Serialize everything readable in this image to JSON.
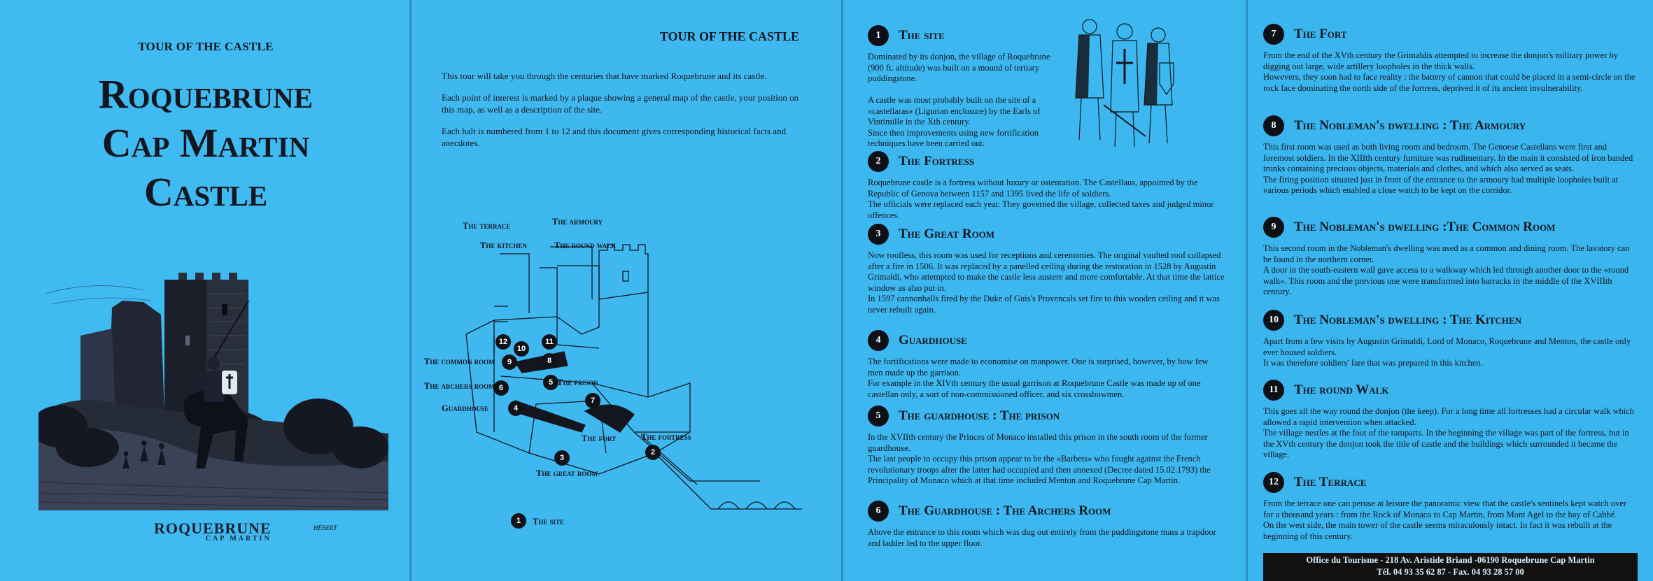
{
  "cover": {
    "kicker": "TOUR OF THE CASTLE",
    "title_lines": [
      "Roquebrune",
      "Cap Martin",
      "Castle"
    ],
    "logo_main": "ROQUEBRUNE",
    "logo_sub": "CAP MARTIN",
    "artist_signature": "HÉBERT"
  },
  "intro": {
    "title": "TOUR OF THE CASTLE",
    "paragraphs": [
      "This tour will take you through the centuries that have marked Roquebrune and its castle.",
      "Each point of interest is marked by a plaque showing a general map of the castle, your position on this map, as well as a description of the site.",
      "Each halt is numbered from 1 to 12 and this document gives corresponding historical facts and anecdotes."
    ]
  },
  "plan": {
    "labels": {
      "terrace": "The terrace",
      "kitchen": "The kitchen",
      "armoury": "The armoury",
      "round_walk": "The round walk",
      "common_room": "The common room",
      "archers_room": "The archers room",
      "guardhouse": "Guardhouse",
      "prison": "The prison",
      "fort": "The fort",
      "fortress": "The fortress",
      "great_room": "The great room",
      "site": "The site"
    },
    "badges": [
      "1",
      "2",
      "3",
      "4",
      "5",
      "6",
      "7",
      "8",
      "9",
      "10",
      "11",
      "12"
    ]
  },
  "sections": [
    {
      "n": "1",
      "title": "The site",
      "text": "Dominated by its donjon, the village of Roquebrune (900 ft. altitude) was built on a mound of tertiary puddingstone.\n\nA castle was most probably built on the site of a «castellaras» (Ligurian enclosure) by the Earls of Vintimille in the Xth century.\nSince then improvements using new fortification techniques have been carried out."
    },
    {
      "n": "2",
      "title": "The Fortress",
      "text": "Roquebrune castle is a fortress without luxury or ostentation. The Castellans, appointed by the Republic of Genova between 1157 and 1395 lived the life of soldiers.\nThe officials were replaced each year. They governed the village, collected taxes and judged minor offences."
    },
    {
      "n": "3",
      "title": "The Great Room",
      "text": "Now roofless, this room was used for receptions and ceremonies. The original vaulted roof collapsed after a fire in 1506. It was replaced by a panelled ceiling during the restoration in 1528 by Augustin Grimaldi, who attempted to make the castle less austere and more comfortable. At that time the lattice window as also put in.\nIn 1597 cannonballs fired by the Duke of Guis's Provencals set fire to this wooden ceiling and it was never rebuilt again."
    },
    {
      "n": "4",
      "title": "Guardhouse",
      "text": "The fortifications were made to economise on manpower. One is surprised, however, by how few men made up the garrison.\nFor example in the XIVth century the usual garrison at Roquebrune Castle was made up of one castellan only, a sort of non-commissioned officer, and six crossbowmen."
    },
    {
      "n": "5",
      "title": "The guardhouse : The prison",
      "text": "In the XVIIth century the Princes of Monaco installed this prison in the south room of the former guardhouse.\nThe last people to occupy this prison appear to be the «Barbets» who fought against the French revolutionary troops after the latter had occupied and then annexed (Decree dated 15.02.1793) the Principality of Monaco which at that time included Menton and Roquebrune Cap Martin."
    },
    {
      "n": "6",
      "title": "The Guardhouse : The Archers Room",
      "text": "Above the entrance to this room which was dug out entirely from the puddingstone mass a trapdoor and ladder led to the upper floor."
    },
    {
      "n": "7",
      "title": "The Fort",
      "text": "From the end of the XVth century the Grimaldis attempted to increase the donjon's military power by digging out large, wide artillery loopholes in the thick walls.\nHowevers, they soon had to face reality : the battery of cannon that could be placed in a semi-circle on the rock face dominating the north side of the fortress, deprived it of its ancient invulnerability."
    },
    {
      "n": "8",
      "title": "The Nobleman's dwelling : The Armoury",
      "text": "This first room was used as both living room and bedroom. The Genoese Castellans were first and foremost soldiers. In the XIIIth century furniture was rudimentary. In the main it consisted of iron banded trunks containing precious objects, materials and clothes, and which also served as seats.\nThe firing position situated just in front of the entrance to the armoury had multiple loopholes built at various periods which enabled a close watch to be kept on the corridor."
    },
    {
      "n": "9",
      "title": "The Nobleman's dwelling :The Common Room",
      "text": "This second room in the Nobleman's dwelling was used as a common and dining room. The lavatory can be found in the northern corner.\nA door in the south-eastern wall gave access to a walkway which led through another door to the «round walk». This room and the previous one were transformed into barracks in the middle of the XVIIIth century."
    },
    {
      "n": "10",
      "title": "The Nobleman's dwelling : The Kitchen",
      "text": "Apart from a few visits by Augustin Grimaldi, Lord of Monaco, Roquebrune and Menton, the castle only ever housed soldiers.\nIt was therefore soldiers' fare that was prepared in this kitchen."
    },
    {
      "n": "11",
      "title": "The round Walk",
      "text": "This goes all the way round the donjon (the keep). For a long time all fortresses had a circular walk which allowed a rapid intervention when attacked.\nThe village nestles at the foot of the ramparts. In the beginning the village was part of the fortress, but in the XVth century the donjon took the title of castle and the buildings which surrounded it became the village."
    },
    {
      "n": "12",
      "title": "The Terrace",
      "text": "From the terrace one can peruse at leisure the panoramic view that the castle's sentinels kept watch over for a thousand years : from the Rock of Monaco to Cap Martin, from Mont Agel to the bay of Cabbé.\nOn the west side, the main tower of the castle seems miraculously intact. In fact it was rebuilt at the beginning of this century."
    }
  ],
  "footer": {
    "line1": "Office du Tourisme - 218 Av. Aristide Briand -06190 Roquebrune Cap Martin",
    "line2": "Tél. 04 93 35 62 87 - Fax. 04 93 28 57 00"
  }
}
